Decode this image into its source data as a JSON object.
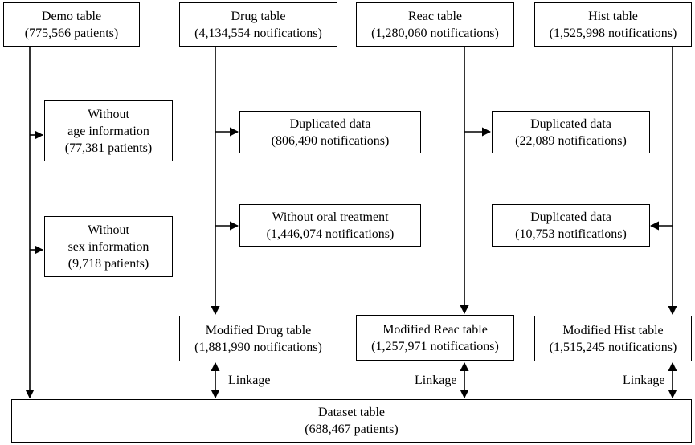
{
  "top": [
    {
      "title": "Demo table",
      "count": "(775,566 patients)"
    },
    {
      "title": "Drug table",
      "count": "(4,134,554 notifications)"
    },
    {
      "title": "Reac table",
      "count": "(1,280,060 notifications)"
    },
    {
      "title": "Hist table",
      "count": "(1,525,998 notifications)"
    }
  ],
  "demo_excl": [
    {
      "line1": "Without",
      "line2": "age information",
      "line3": "(77,381 patients)"
    },
    {
      "line1": "Without",
      "line2": "sex information",
      "line3": "(9,718 patients)"
    }
  ],
  "drug_excl": [
    {
      "line1": "Duplicated data",
      "line2": "(806,490 notifications)"
    },
    {
      "line1": "Without oral treatment",
      "line2": "(1,446,074 notifications)"
    }
  ],
  "reac_excl": {
    "line1": "Duplicated data",
    "line2": "(22,089 notifications)"
  },
  "hist_excl": {
    "line1": "Duplicated data",
    "line2": "(10,753 notifications)"
  },
  "modified": [
    {
      "title": "Modified Drug table",
      "count": "(1,881,990 notifications)"
    },
    {
      "title": "Modified Reac table",
      "count": "(1,257,971 notifications)"
    },
    {
      "title": "Modified Hist table",
      "count": "(1,515,245 notifications)"
    }
  ],
  "linkage_label": "Linkage",
  "dataset": {
    "title": "Dataset table",
    "count": "(688,467 patients)"
  }
}
